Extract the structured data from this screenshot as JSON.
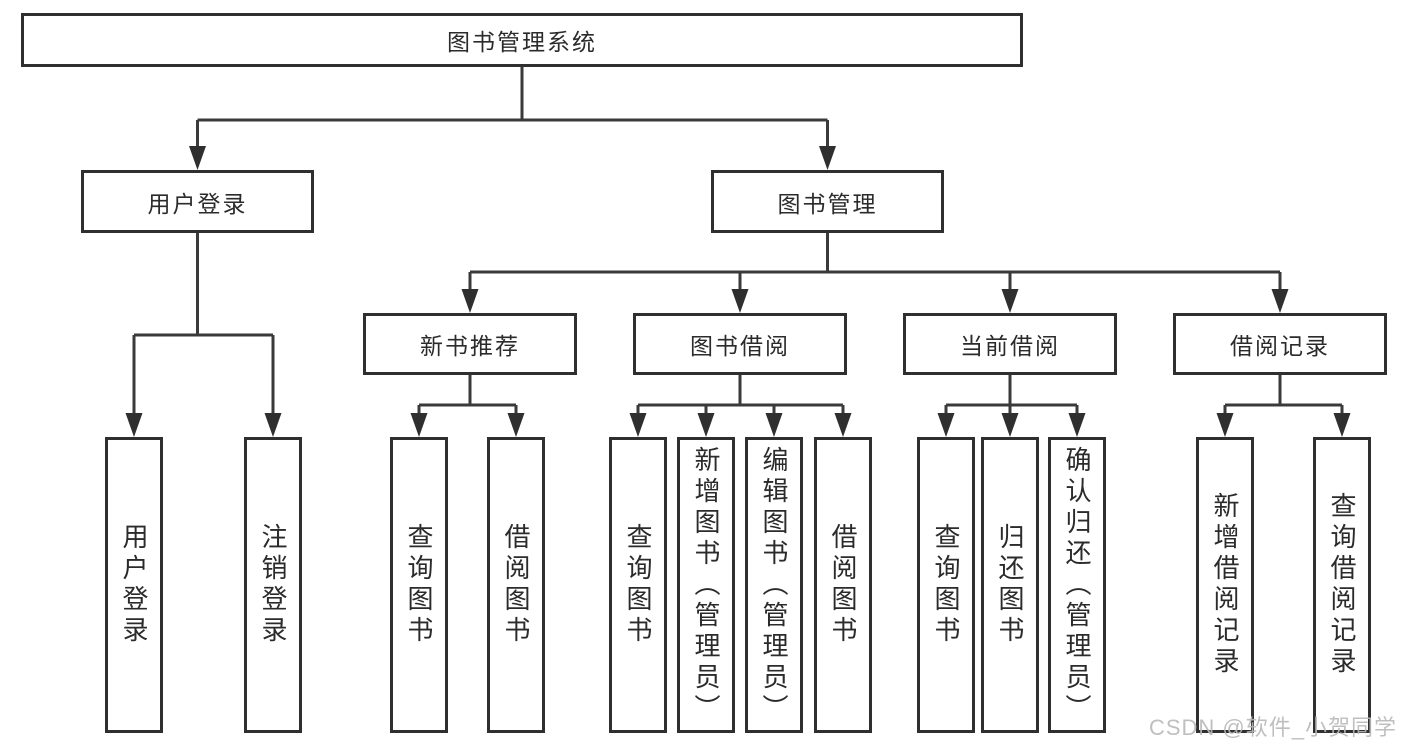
{
  "tree": {
    "root": {
      "label": "图书管理系统"
    },
    "branches": [
      {
        "label": "用户登录",
        "children": [
          {
            "label": "用户登录"
          },
          {
            "label": "注销登录"
          }
        ]
      },
      {
        "label": "图书管理",
        "sections": [
          {
            "label": "新书推荐",
            "children": [
              {
                "label": "查询图书"
              },
              {
                "label": "借阅图书"
              }
            ]
          },
          {
            "label": "图书借阅",
            "children": [
              {
                "label": "查询图书"
              },
              {
                "label": "新增图书（管理员）"
              },
              {
                "label": "编辑图书（管理员）"
              },
              {
                "label": "借阅图书"
              }
            ]
          },
          {
            "label": "当前借阅",
            "children": [
              {
                "label": "查询图书"
              },
              {
                "label": "归还图书"
              },
              {
                "label": "确认归还（管理员）"
              }
            ]
          },
          {
            "label": "借阅记录",
            "children": [
              {
                "label": "新增借阅记录"
              },
              {
                "label": "查询借阅记录"
              }
            ]
          }
        ]
      }
    ]
  },
  "watermark": {
    "text": "CSDN @软件_小贺同学"
  },
  "colors": {
    "line": "#3a3a3a",
    "border": "#2f2f2f",
    "text": "#2b2b2b",
    "watermark": "#b9b9b9"
  }
}
